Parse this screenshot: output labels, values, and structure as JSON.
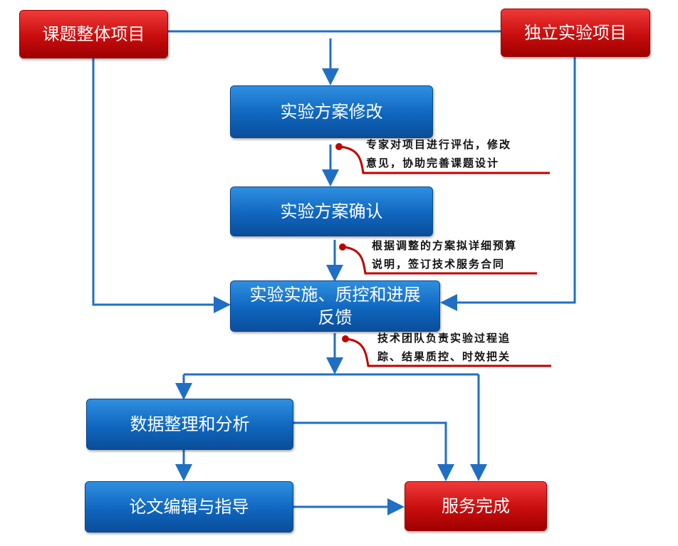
{
  "colors": {
    "arrow": "#1f6fc4",
    "accent_red": "#c00000",
    "box_red": "#d21414",
    "box_blue": "#1570c8"
  },
  "nodes": {
    "overall_project": "课题整体项目",
    "independent_project": "独立实验项目",
    "plan_revision": "实验方案修改",
    "plan_confirm": "实验方案确认",
    "implementation": [
      "实验实施、质控和进展",
      "反馈"
    ],
    "data_analysis": "数据整理和分析",
    "paper_guidance": "论文编辑与指导",
    "service_done": "服务完成"
  },
  "notes": {
    "revision": [
      "专家对项目进行评估，修改",
      "意见，协助完善课题设计"
    ],
    "confirm": [
      "根据调整的方案拟详细预算",
      "说明，签订技术服务合同"
    ],
    "implementation": [
      "技术团队负责实验过程追",
      "踪、结果质控、时效把关"
    ]
  }
}
